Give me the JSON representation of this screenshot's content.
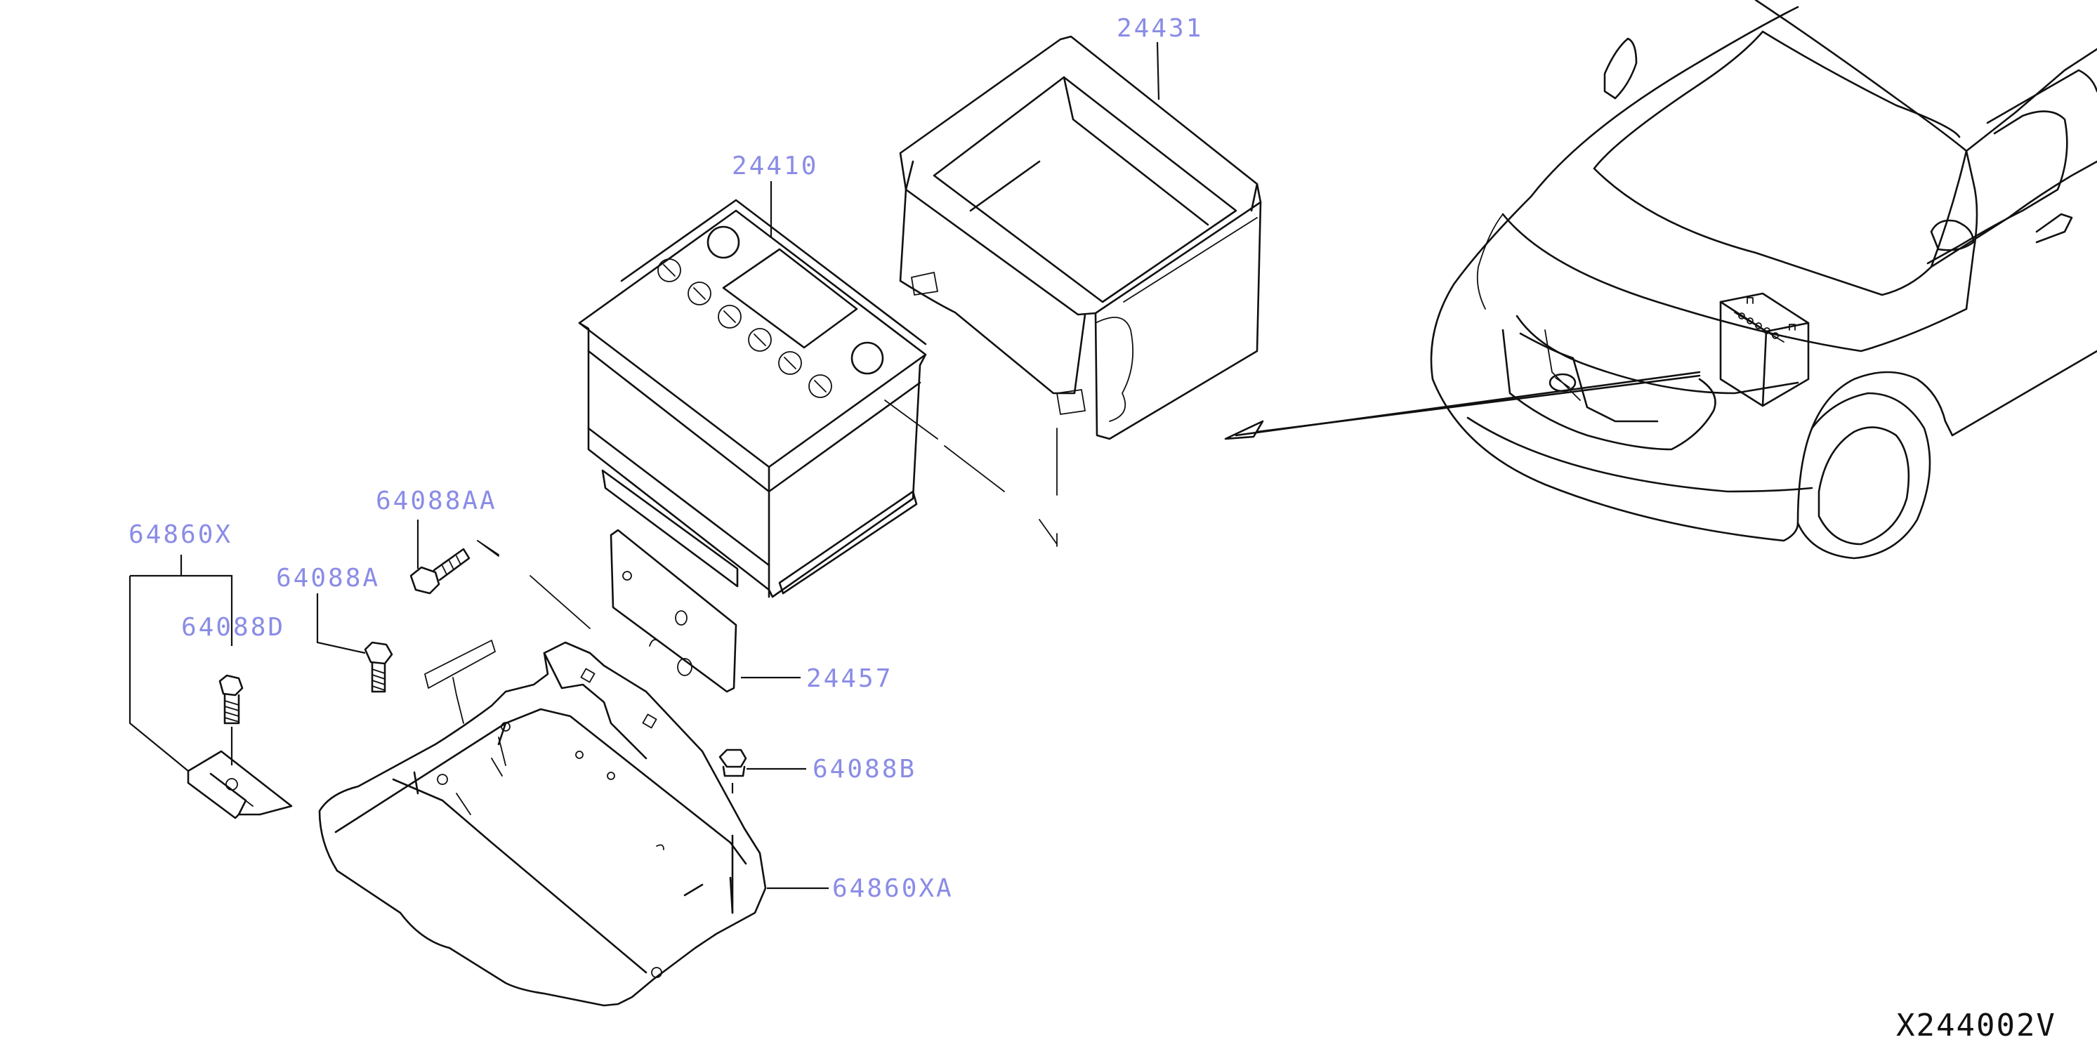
{
  "diagram_code": "X244002V",
  "label_color": "#8a8ce6",
  "line_color": "#111111",
  "parts": [
    {
      "id": "p24431",
      "label": "24431"
    },
    {
      "id": "p24410",
      "label": "24410"
    },
    {
      "id": "p64088AA",
      "label": "64088AA"
    },
    {
      "id": "p64860X",
      "label": "64860X"
    },
    {
      "id": "p64088A",
      "label": "64088A"
    },
    {
      "id": "p64088D",
      "label": "64088D"
    },
    {
      "id": "p24457",
      "label": "24457"
    },
    {
      "id": "p64088B",
      "label": "64088B"
    },
    {
      "id": "p64860XA",
      "label": "64860XA"
    }
  ],
  "icons": [
    "battery-icon",
    "vehicle-icon",
    "bolt-icon",
    "nut-icon",
    "bracket-icon",
    "tray-icon",
    "battery-box-icon"
  ]
}
